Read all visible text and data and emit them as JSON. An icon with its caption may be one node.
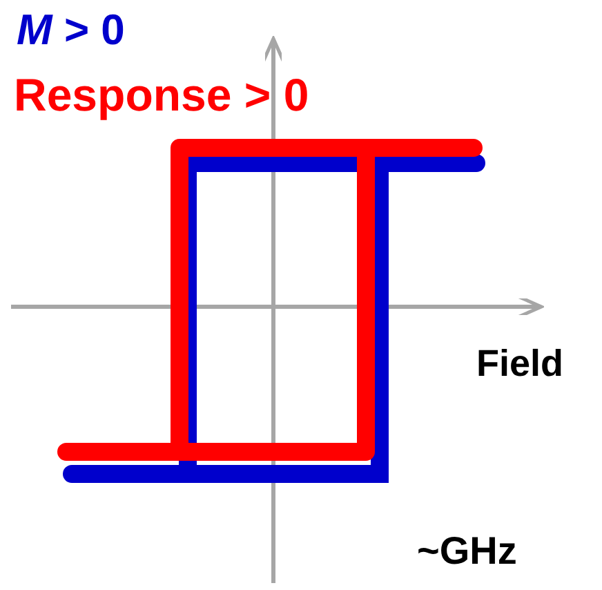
{
  "diagram": {
    "labels": [
      "*M* > 0",
      "Response > 0",
      "Field",
      "~GHz"
    ]
  }
}
